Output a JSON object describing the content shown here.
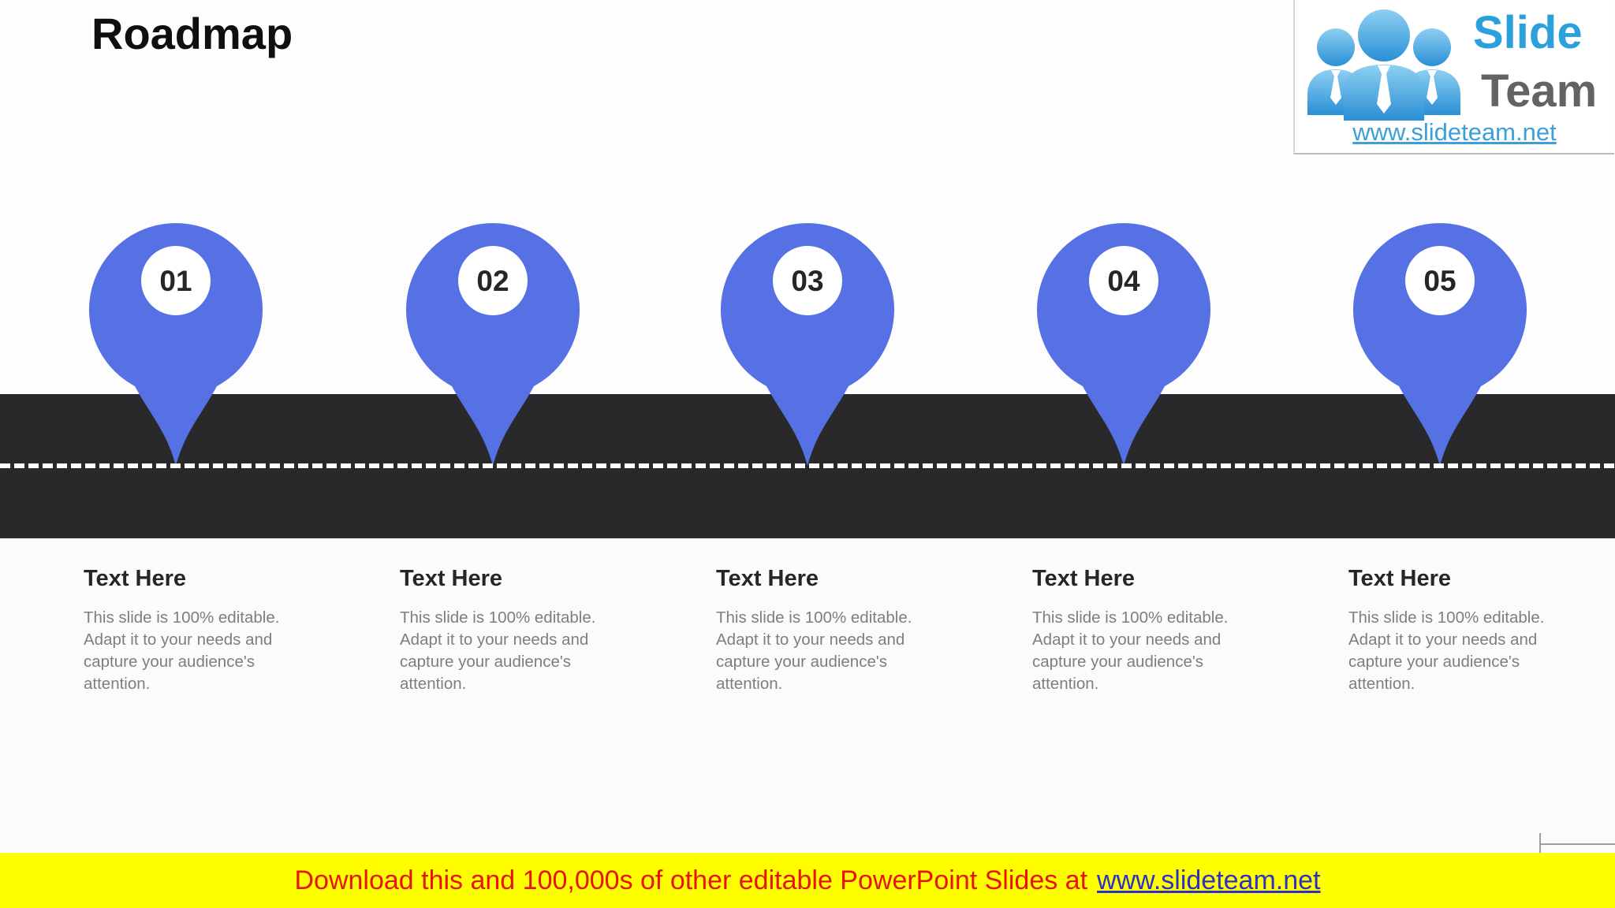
{
  "slide": {
    "title": "Roadmap"
  },
  "logo": {
    "brand_top": "Slide",
    "brand_bottom": "Team",
    "url": "www.slideteam.net"
  },
  "milestones": [
    {
      "number": "01",
      "heading": "Text Here",
      "body": "This slide is 100% editable. Adapt it to your needs and capture your audience's attention."
    },
    {
      "number": "02",
      "heading": "Text Here",
      "body": "This slide is 100% editable. Adapt it to your needs and capture your audience's attention."
    },
    {
      "number": "03",
      "heading": "Text Here",
      "body": "This slide is 100% editable. Adapt it to your needs and capture your audience's attention."
    },
    {
      "number": "04",
      "heading": "Text Here",
      "body": "This slide is 100% editable. Adapt it to your needs and capture your audience's attention."
    },
    {
      "number": "05",
      "heading": "Text Here",
      "body": "This slide is 100% editable. Adapt it to your needs and capture your audience's attention."
    }
  ],
  "banner": {
    "text": "Download this and 100,000s of other editable PowerPoint Slides at",
    "link": "www.slideteam.net"
  },
  "colors": {
    "pin_blue": "#5571e4",
    "road_dark": "#29282b",
    "dash_white": "#ffffff",
    "banner_yellow": "#ffff00",
    "banner_red": "#e8140c",
    "banner_link_blue": "#2b31c5",
    "logo_blue": "#2aa0dd",
    "logo_gray": "#636363",
    "logo_url_blue": "#3e9ed6",
    "body_text_gray": "#7e7e7e"
  }
}
